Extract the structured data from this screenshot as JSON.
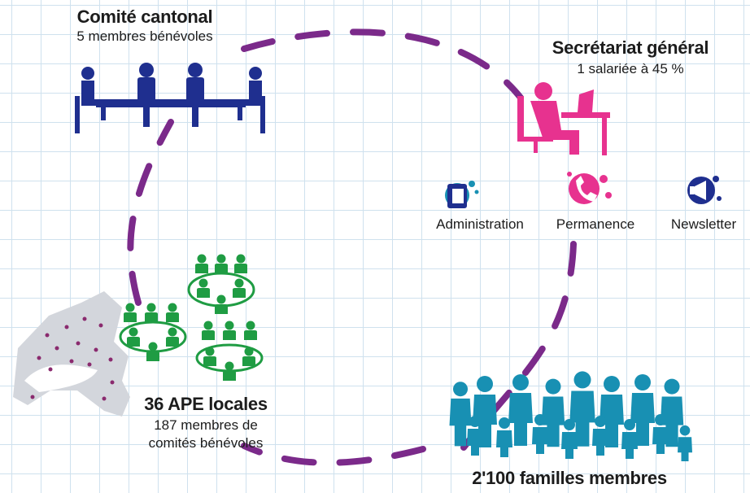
{
  "colors": {
    "loop": "#7b2a8a",
    "cantonal": "#1f2f8f",
    "secretariat": "#e7328f",
    "ape": "#1f9c43",
    "families": "#1890b3",
    "map_land": "#d3d6dc",
    "map_lake": "#ffffff",
    "map_dots": "#8a2a6e"
  },
  "cantonal": {
    "title": "Comité cantonal",
    "subtitle": "5 membres bénévoles",
    "icon": "meeting-people-icon"
  },
  "secretariat": {
    "title": "Secrétariat général",
    "subtitle": "1 salariée à 45 %",
    "icon": "person-at-desk-icon"
  },
  "services": [
    {
      "label": "Administration",
      "icon": "agenda-book-icon"
    },
    {
      "label": "Permanence",
      "icon": "telephone-icon"
    },
    {
      "label": "Newsletter",
      "icon": "megaphone-icon"
    }
  ],
  "ape": {
    "title": "36 APE locales",
    "line1": "187 membres de",
    "line2": "comités bénévoles",
    "icon": "group-tables-icon"
  },
  "families": {
    "title": "2'100 familles membres",
    "icon": "families-crowd-icon"
  },
  "map": {
    "icon": "canton-vaud-map-icon"
  }
}
